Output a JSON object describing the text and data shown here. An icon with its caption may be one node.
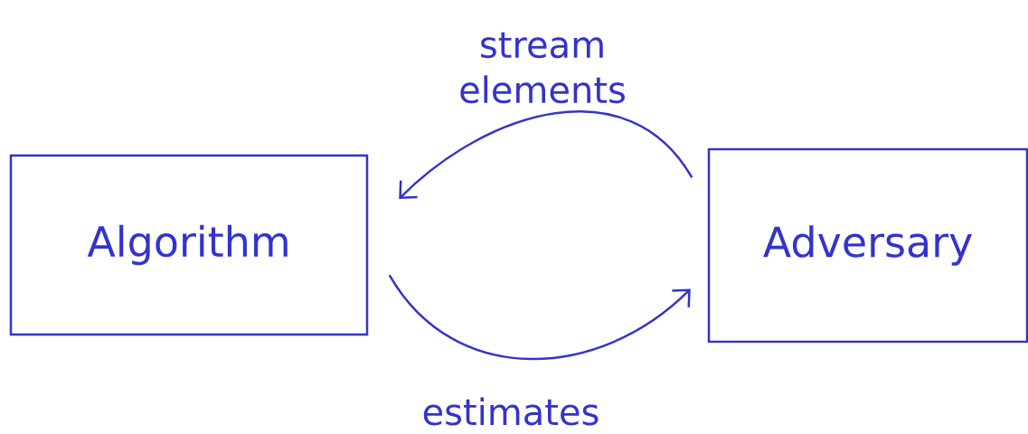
{
  "diagram": {
    "nodes": [
      {
        "text": [
          "Algorithm"
        ]
      },
      {
        "text": [
          "Adversary"
        ]
      }
    ],
    "edges": [
      {
        "from": 1,
        "to": 0,
        "arrow": "to",
        "label": "stream elements"
      },
      {
        "from": 0,
        "to": 1,
        "arrow": "to",
        "label": "estimates"
      }
    ]
  }
}
